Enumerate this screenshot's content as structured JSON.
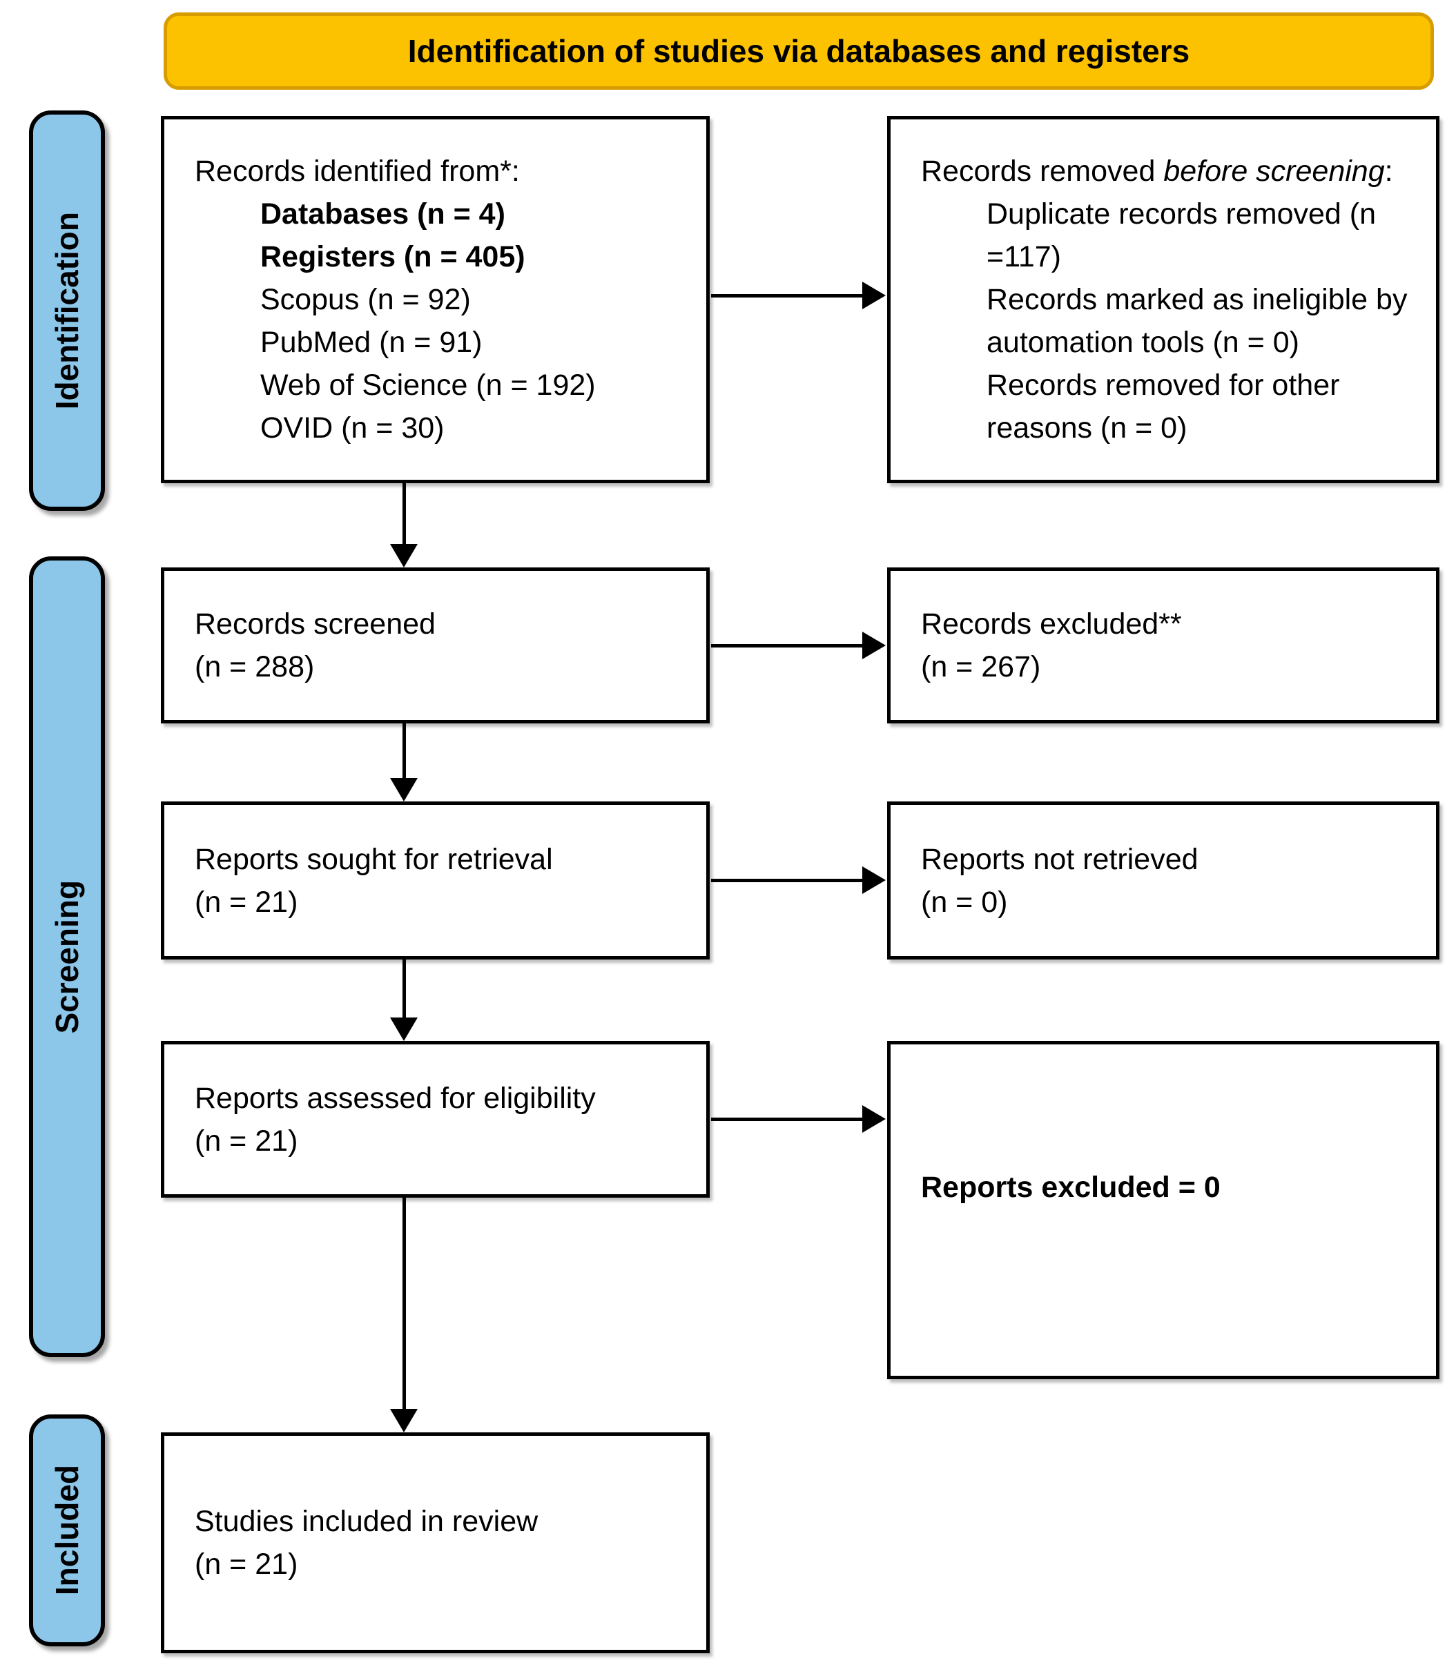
{
  "title": "Identification of studies via databases and registers",
  "colors": {
    "banner_fill": "#FCC200",
    "banner_border": "#D79C00",
    "stage_fill": "#8CC6E9",
    "box_border": "#000000"
  },
  "stages": {
    "identification": "Identification",
    "screening": "Screening",
    "included": "Included"
  },
  "boxes": {
    "records_identified": {
      "intro": "Records identified from*:",
      "items": [
        {
          "text": "Databases (n = 4)",
          "bold": true
        },
        {
          "text": "Registers (n = 405)",
          "bold": true
        },
        {
          "text": "Scopus (n = 92)",
          "bold": false
        },
        {
          "text": "PubMed (n = 91)",
          "bold": false
        },
        {
          "text": "Web of Science (n = 192)",
          "bold": false
        },
        {
          "text": "OVID (n = 30)",
          "bold": false
        }
      ]
    },
    "records_removed": {
      "intro_prefix": "Records removed ",
      "intro_italic": "before screening",
      "intro_suffix": ":",
      "items": [
        {
          "text": "Duplicate records removed (n =117)"
        },
        {
          "text": "Records marked as ineligible by automation tools (n = 0)"
        },
        {
          "text": "Records removed for other reasons (n = 0)"
        }
      ]
    },
    "records_screened": {
      "line1": "Records screened",
      "line2": "(n = 288)"
    },
    "records_excluded": {
      "line1": "Records excluded**",
      "line2": "(n = 267)"
    },
    "reports_sought": {
      "line1": "Reports sought for retrieval",
      "line2": "(n = 21)"
    },
    "reports_not_retrieved": {
      "line1": "Reports not retrieved",
      "line2": "(n = 0)"
    },
    "reports_assessed": {
      "line1": "Reports assessed for eligibility",
      "line2": "(n = 21)"
    },
    "reports_excluded": {
      "text": "Reports excluded = 0"
    },
    "studies_included": {
      "line1": "Studies included in review",
      "line2": "(n = 21)"
    }
  }
}
